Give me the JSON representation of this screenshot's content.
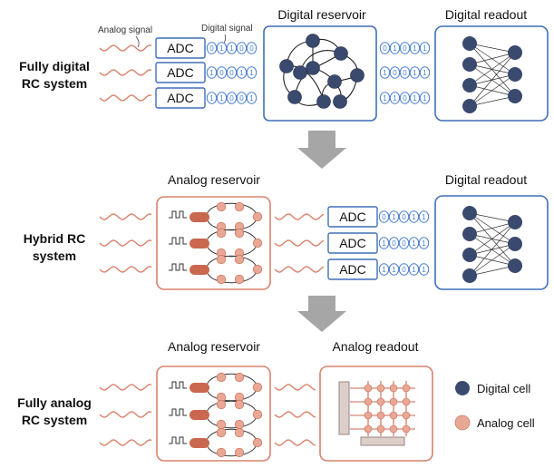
{
  "labels": {
    "analog_signal": "Analog signal",
    "digital_signal": "Digital signal",
    "digital_reservoir": "Digital reservoir",
    "digital_readout_top": "Digital readout",
    "digital_readout_mid": "Digital readout",
    "analog_reservoir_mid": "Analog reservoir",
    "analog_reservoir_bot": "Analog reservoir",
    "analog_readout": "Analog readout"
  },
  "systems": {
    "fully_digital": [
      "Fully digital",
      "RC system"
    ],
    "hybrid": [
      "Hybrid RC",
      "system"
    ],
    "fully_analog": [
      "Fully analog",
      "RC system"
    ]
  },
  "adc_label": "ADC",
  "bit_streams": {
    "top_in": [
      "01100",
      "10011",
      "11001"
    ],
    "top_out": [
      "01011",
      "10011",
      "11011"
    ],
    "mid_out": [
      "01011",
      "10011",
      "11011"
    ]
  },
  "legend": {
    "digital_cell": "Digital cell",
    "analog_cell": "Analog cell"
  },
  "colors": {
    "digital": "#3a4a6e",
    "digital_border": "#3f6fb8",
    "bit_blue": "#4a7fd0",
    "analog": "#d9826c",
    "analog_fill": "#e8a895",
    "analog_dark": "#c9674f",
    "arrow_gray": "#a6a6a6"
  }
}
